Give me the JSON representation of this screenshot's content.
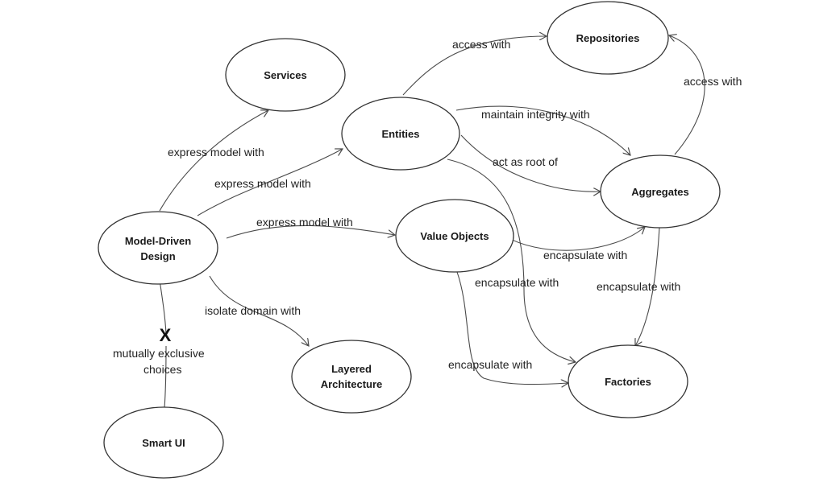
{
  "nodes": {
    "repositories": "Repositories",
    "services": "Services",
    "entities": "Entities",
    "aggregates": "Aggregates",
    "model_driven_design_line1": "Model-Driven",
    "model_driven_design_line2": "Design",
    "value_objects": "Value Objects",
    "layered_architecture_line1": "Layered",
    "layered_architecture_line2": "Architecture",
    "factories": "Factories",
    "smart_ui": "Smart UI"
  },
  "edges": {
    "entities_to_repositories": "access with",
    "aggregates_to_repositories": "access with",
    "entities_to_aggregates_integrity": "maintain integrity with",
    "entities_to_aggregates_root": "act as root of",
    "mdd_to_services": "express model with",
    "mdd_to_entities": "express model with",
    "mdd_to_value_objects": "express model with",
    "value_objects_to_aggregates": "encapsulate with",
    "entities_to_factories": "encapsulate with",
    "aggregates_to_factories": "encapsulate with",
    "mdd_to_layered": "isolate domain with",
    "value_objects_to_factories": "encapsulate with"
  },
  "exclusion": {
    "mark": "X",
    "label_line1": "mutually exclusive",
    "label_line2": "choices"
  }
}
